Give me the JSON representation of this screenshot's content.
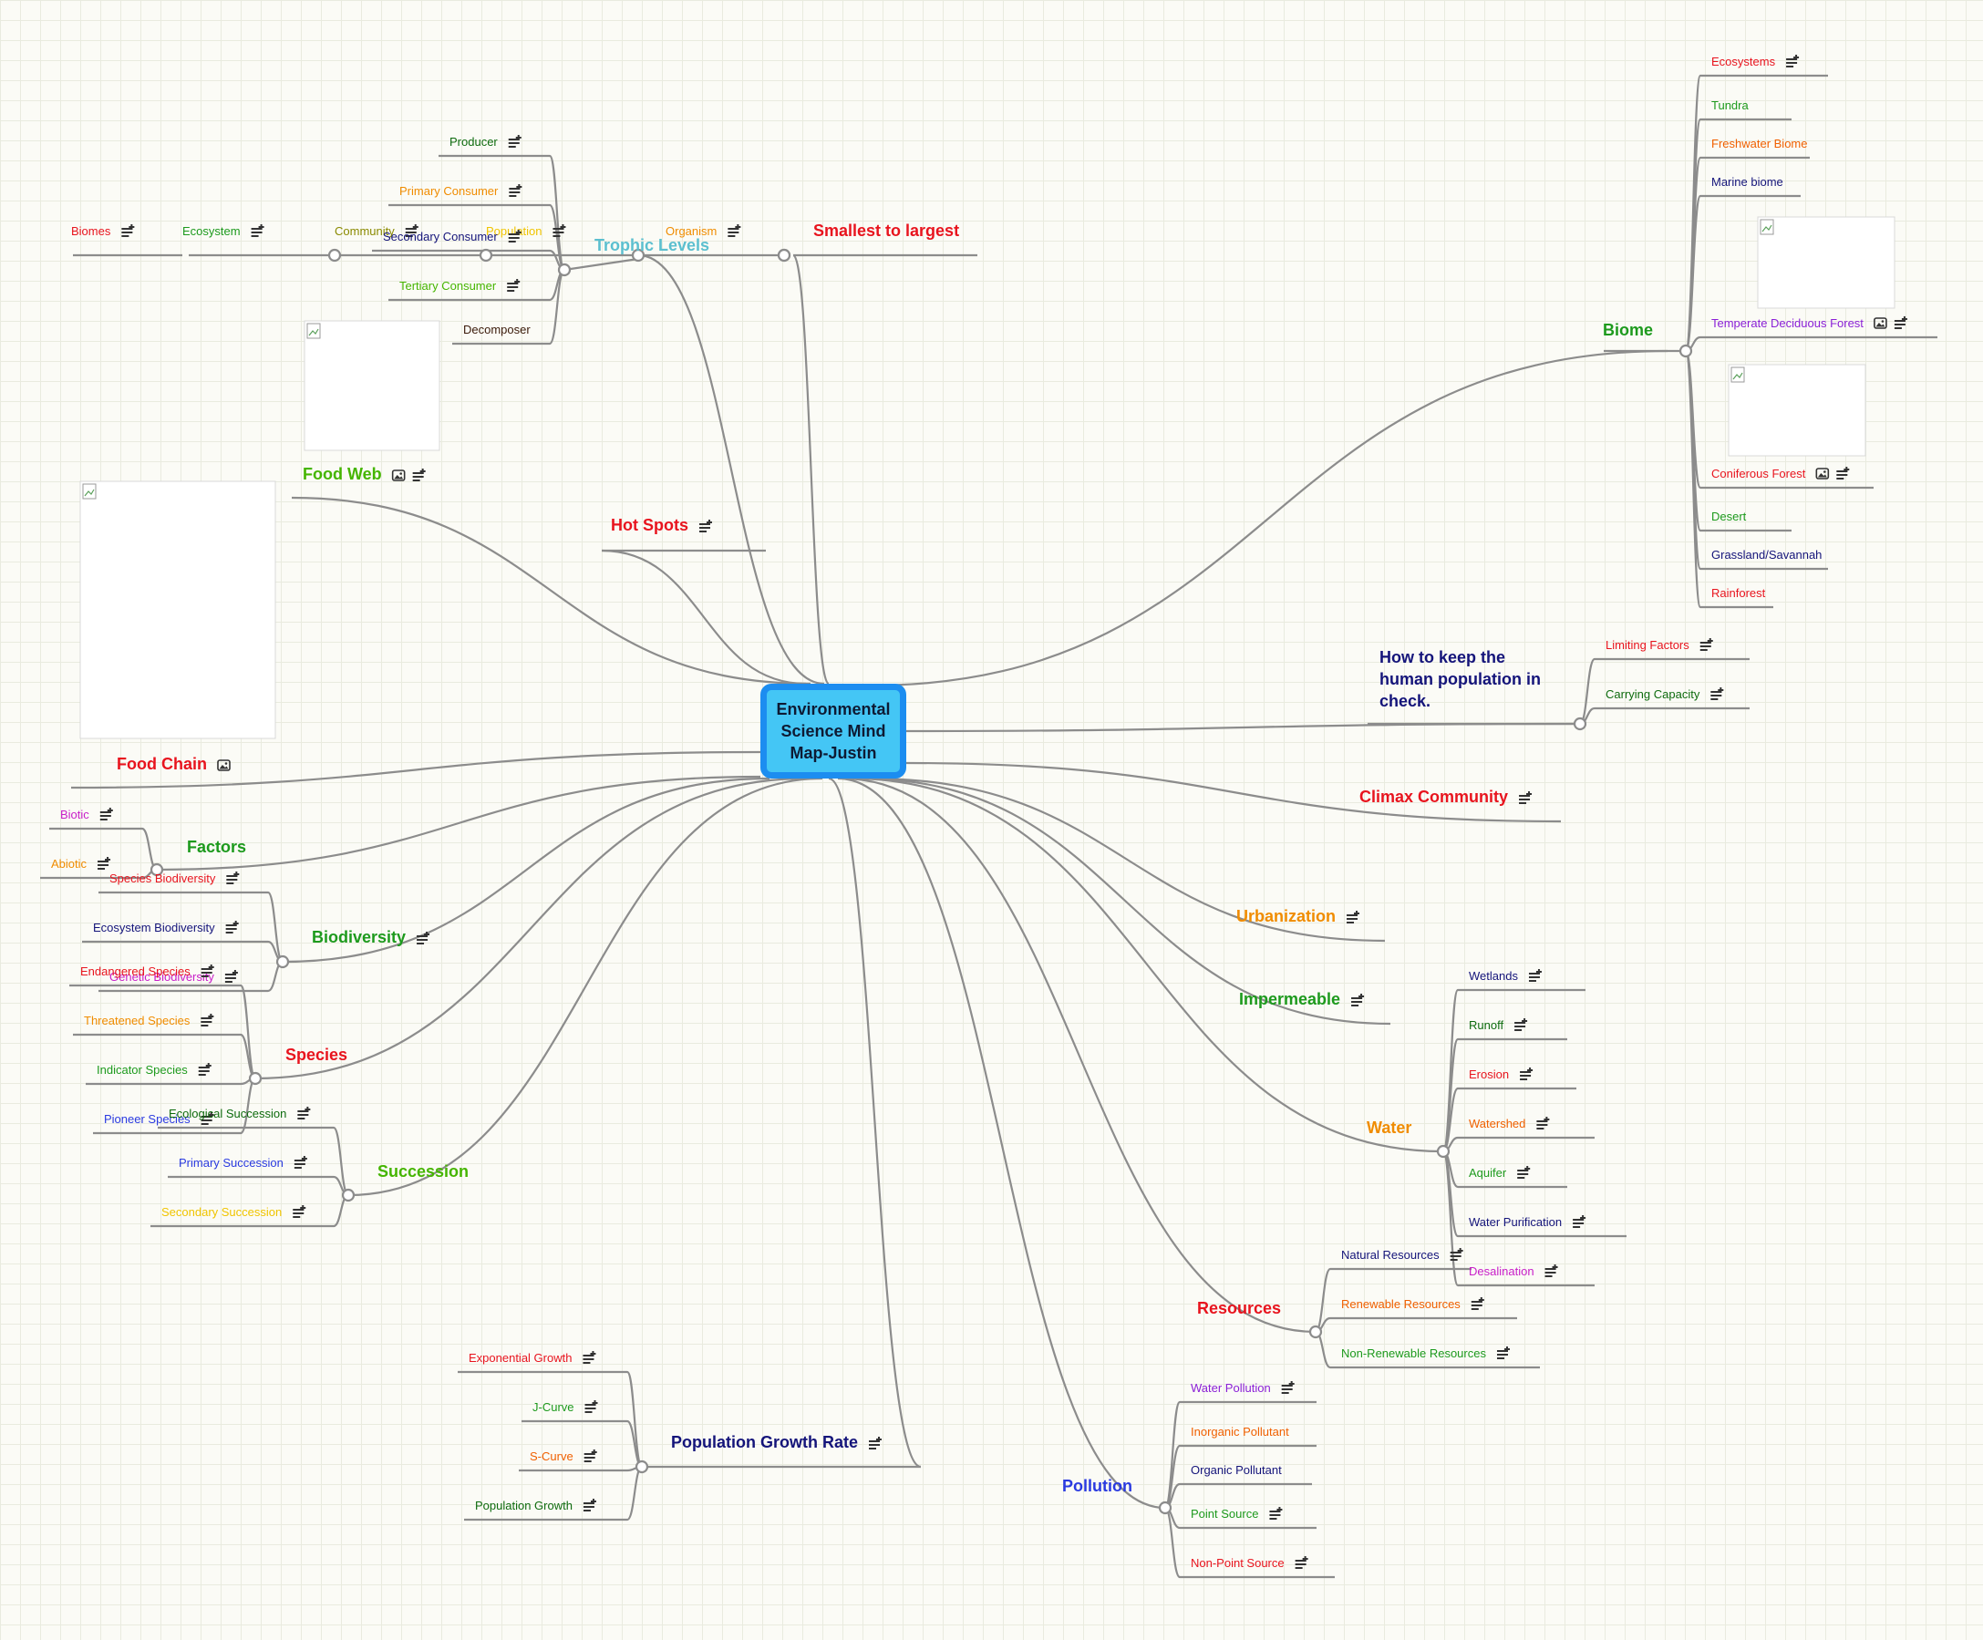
{
  "root": "Environmental Science Mind Map-Justin",
  "colors": {
    "root_fill": "#44c6f5",
    "root_border": "#1c8df0",
    "edge": "#8c8c8c",
    "red": "#e8141e",
    "green": "#1d9a1d",
    "dark_green": "#0e6b0e",
    "orange": "#f08c00",
    "navy": "#14147a",
    "purple": "#8a1fd6",
    "magenta": "#c81ec8",
    "blue": "#2a3ae0",
    "teal": "#5bbfcf",
    "yellow": "#f0c400"
  },
  "icons": {
    "note": "note-icon",
    "image": "image-icon",
    "picture_placeholder": "broken-image-icon"
  },
  "branches": [
    {
      "key": "smallest",
      "label": "Smallest to largest",
      "color": "#e8141e",
      "children": [
        {
          "label": "Organism",
          "color": "#f08c00",
          "note": true
        },
        {
          "label": "Population",
          "color": "#f0c400",
          "note": true
        },
        {
          "label": "Community",
          "color": "#8a8a00",
          "note": true
        },
        {
          "label": "Ecosystem",
          "color": "#1d9a1d",
          "note": true
        },
        {
          "label": "Biomes",
          "color": "#e8141e",
          "note": true
        }
      ]
    },
    {
      "key": "trophic",
      "label": "Trophic Levels",
      "color": "#5bbfcf",
      "children": [
        {
          "label": "Producer",
          "color": "#0e6b0e",
          "note": true
        },
        {
          "label": "Primary Consumer",
          "color": "#f08c00",
          "note": true
        },
        {
          "label": "Secondary Consumer",
          "color": "#14147a",
          "note": true
        },
        {
          "label": "Tertiary Consumer",
          "color": "#45b500",
          "note": true
        },
        {
          "label": "Decomposer",
          "color": "#3a1a0a",
          "note": false
        }
      ]
    },
    {
      "key": "foodweb",
      "label": "Food Web",
      "color": "#45b500",
      "image": true,
      "note": true
    },
    {
      "key": "hotspots",
      "label": "Hot Spots",
      "color": "#e8141e",
      "note": true
    },
    {
      "key": "foodchain",
      "label": "Food Chain",
      "color": "#e8141e",
      "image": true
    },
    {
      "key": "factors",
      "label": "Factors",
      "color": "#1d9a1d",
      "children": [
        {
          "label": "Biotic",
          "color": "#c81ec8",
          "note": true
        },
        {
          "label": "Abiotic",
          "color": "#f08c00",
          "note": true
        }
      ]
    },
    {
      "key": "biodiversity",
      "label": "Biodiversity",
      "color": "#1d9a1d",
      "note": true,
      "children": [
        {
          "label": "Species Biodiversity",
          "color": "#e8141e",
          "note": true
        },
        {
          "label": "Ecosystem Biodiversity",
          "color": "#14147a",
          "note": true
        },
        {
          "label": "Genetic Biodiversity",
          "color": "#c81ec8",
          "note": true
        }
      ]
    },
    {
      "key": "species",
      "label": "Species",
      "color": "#e8141e",
      "children": [
        {
          "label": "Endangered Species",
          "color": "#e8141e",
          "note": true
        },
        {
          "label": "Threatened Species",
          "color": "#f08c00",
          "note": true
        },
        {
          "label": "Indicator Species",
          "color": "#1d9a1d",
          "note": true
        },
        {
          "label": "Pioneer Species",
          "color": "#2a3ae0",
          "note": true
        }
      ]
    },
    {
      "key": "succession",
      "label": "Succession",
      "color": "#45b500",
      "children": [
        {
          "label": "Ecological Succession",
          "color": "#0e6b0e",
          "note": true
        },
        {
          "label": "Primary Succession",
          "color": "#2a3ae0",
          "note": true
        },
        {
          "label": "Secondary Succession",
          "color": "#f0c400",
          "note": true
        }
      ]
    },
    {
      "key": "popgrowth",
      "label": "Population Growth Rate",
      "color": "#14147a",
      "note": true,
      "children": [
        {
          "label": "Exponential Growth",
          "color": "#e8141e",
          "note": true
        },
        {
          "label": "J-Curve",
          "color": "#1d9a1d",
          "note": true
        },
        {
          "label": "S-Curve",
          "color": "#f06000",
          "note": true
        },
        {
          "label": "Population Growth",
          "color": "#0e6b0e",
          "note": true
        }
      ]
    },
    {
      "key": "biome",
      "label": "Biome",
      "color": "#1d9a1d",
      "children": [
        {
          "label": "Ecosystems",
          "color": "#e8141e",
          "note": true
        },
        {
          "label": "Tundra",
          "color": "#1d9a1d",
          "note": false
        },
        {
          "label": "Freshwater Biome",
          "color": "#f06000",
          "note": false
        },
        {
          "label": "Marine biome",
          "color": "#14147a",
          "note": false
        },
        {
          "label": "Temperate Deciduous Forest",
          "color": "#8a1fd6",
          "note": true,
          "image": true
        },
        {
          "label": "Coniferous Forest",
          "color": "#e8141e",
          "note": true,
          "image": true
        },
        {
          "label": "Desert",
          "color": "#1d9a1d",
          "note": false
        },
        {
          "label": "Grassland/Savannah",
          "color": "#14147a",
          "note": false
        },
        {
          "label": "Rainforest",
          "color": "#e8141e",
          "note": false
        }
      ]
    },
    {
      "key": "human",
      "label": "How to keep the human population in check.",
      "color": "#14147a",
      "children": [
        {
          "label": "Limiting Factors",
          "color": "#e8141e",
          "note": true
        },
        {
          "label": "Carrying Capacity",
          "color": "#0e6b0e",
          "note": true
        }
      ]
    },
    {
      "key": "climax",
      "label": "Climax Community",
      "color": "#e8141e",
      "note": true
    },
    {
      "key": "urban",
      "label": "Urbanization",
      "color": "#f08c00",
      "note": true
    },
    {
      "key": "imperm",
      "label": "Impermeable",
      "color": "#1d9a1d",
      "note": true
    },
    {
      "key": "water",
      "label": "Water",
      "color": "#f08c00",
      "children": [
        {
          "label": "Wetlands",
          "color": "#14147a",
          "note": true
        },
        {
          "label": "Runoff",
          "color": "#0e6b0e",
          "note": true
        },
        {
          "label": "Erosion",
          "color": "#e8141e",
          "note": true
        },
        {
          "label": "Watershed",
          "color": "#f06000",
          "note": true
        },
        {
          "label": "Aquifer",
          "color": "#1d9a1d",
          "note": true
        },
        {
          "label": "Water Purification",
          "color": "#14147a",
          "note": true
        },
        {
          "label": "Desalination",
          "color": "#c81ec8",
          "note": true
        }
      ]
    },
    {
      "key": "resources",
      "label": "Resources",
      "color": "#e8141e",
      "children": [
        {
          "label": "Natural Resources",
          "color": "#14147a",
          "note": true
        },
        {
          "label": "Renewable Resources",
          "color": "#f06000",
          "note": true
        },
        {
          "label": "Non-Renewable Resources",
          "color": "#1d9a1d",
          "note": true
        }
      ]
    },
    {
      "key": "pollution",
      "label": "Pollution",
      "color": "#2a3ae0",
      "children": [
        {
          "label": "Water Pollution",
          "color": "#8a1fd6",
          "note": true
        },
        {
          "label": "Inorganic Pollutant",
          "color": "#f06000",
          "note": false
        },
        {
          "label": "Organic Pollutant",
          "color": "#14147a",
          "note": false
        },
        {
          "label": "Point Source",
          "color": "#1d9a1d",
          "note": true
        },
        {
          "label": "Non-Point Source",
          "color": "#e8141e",
          "note": true
        }
      ]
    }
  ]
}
